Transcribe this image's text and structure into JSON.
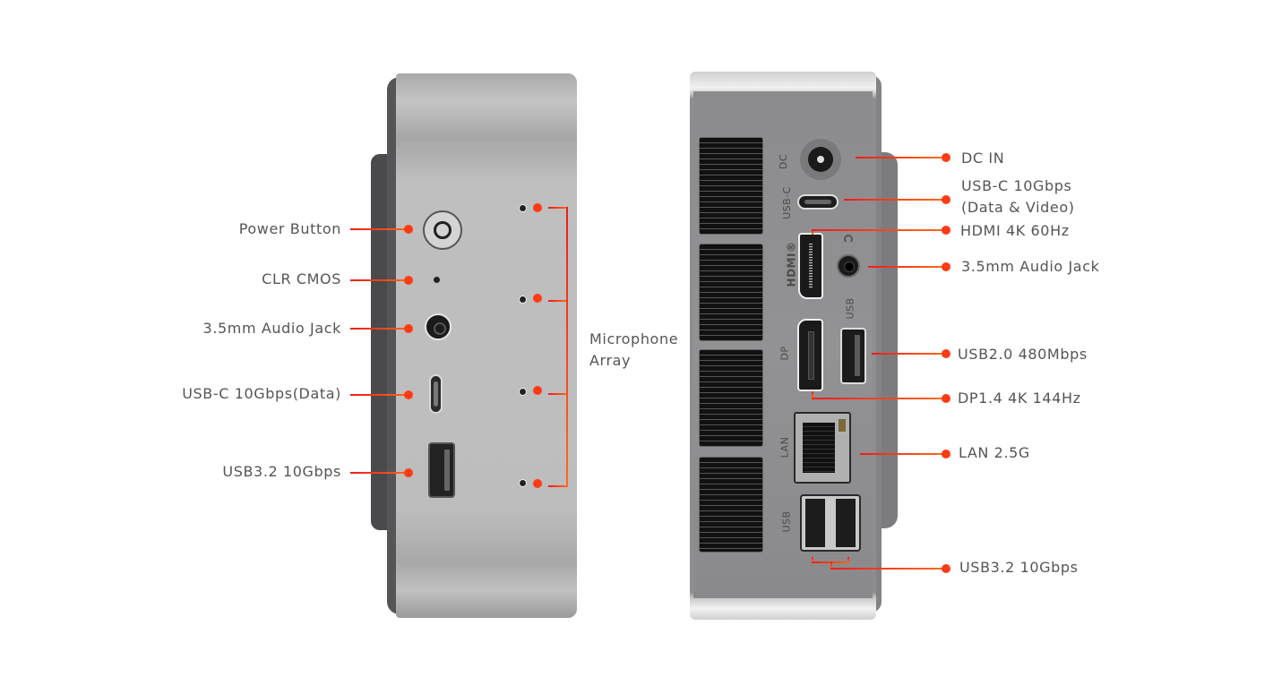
{
  "colors": {
    "callout": "#ff3b14",
    "label_text": "#555555",
    "chassis_front": "#bdbdbd",
    "chassis_back": "#8e8e90"
  },
  "front_panel": {
    "callouts": [
      {
        "label": "Power Button",
        "icon": "power-button-icon"
      },
      {
        "label": "CLR CMOS",
        "icon": "pinhole-icon"
      },
      {
        "label": "3.5mm Audio Jack",
        "icon": "audio-jack-icon"
      },
      {
        "label": "USB-C 10Gbps(Data)",
        "icon": "usb-c-port-icon"
      },
      {
        "label": "USB3.2 10Gbps",
        "icon": "usb-a-port-icon"
      }
    ],
    "microphone": {
      "line1": "Microphone",
      "line2": "Array",
      "count": 4
    }
  },
  "rear_panel": {
    "port_markings": {
      "dc": "DC",
      "usbc": "USB-C",
      "hdmi": "HDMI®",
      "usb": "USB",
      "dp": "DP",
      "lan": "LAN",
      "usb_bottom": "USB"
    },
    "callouts": [
      {
        "label": "DC IN",
        "icon": "dc-jack-icon"
      },
      {
        "label": "USB-C 10Gbps",
        "label2": "(Data & Video)",
        "icon": "usb-c-port-icon"
      },
      {
        "label": "HDMI 4K 60Hz",
        "icon": "hdmi-port-icon"
      },
      {
        "label": "3.5mm Audio Jack",
        "icon": "audio-jack-icon"
      },
      {
        "label": "USB2.0 480Mbps",
        "icon": "usb-a-port-icon"
      },
      {
        "label": "DP1.4 4K 144Hz",
        "icon": "displayport-icon"
      },
      {
        "label": "LAN 2.5G",
        "icon": "ethernet-port-icon"
      },
      {
        "label": "USB3.2 10Gbps",
        "icon": "dual-usb-a-port-icon"
      }
    ]
  }
}
